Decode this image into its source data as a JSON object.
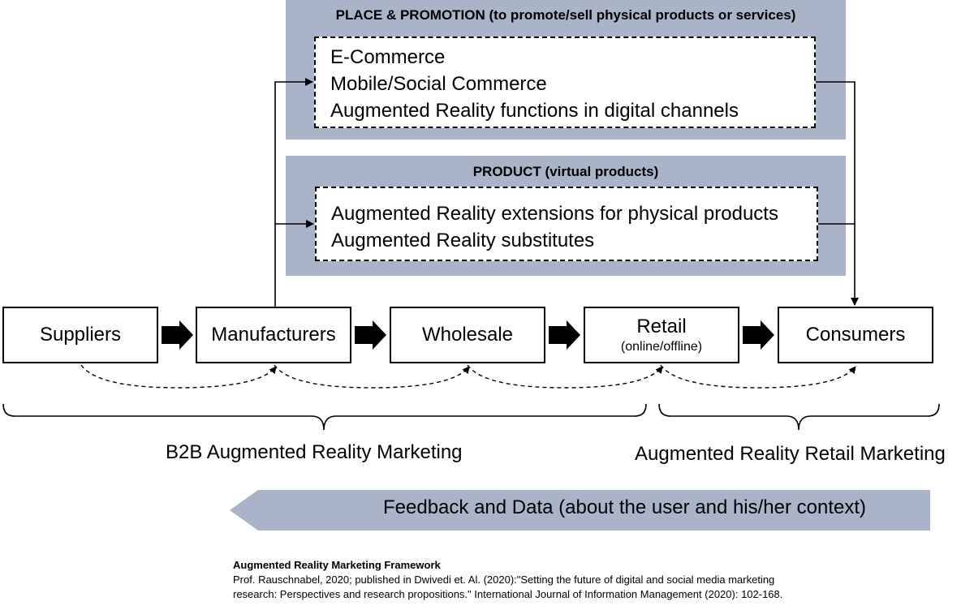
{
  "place_promotion": {
    "title": "PLACE & PROMOTION (to promote/sell physical products or services)",
    "items": [
      "E-Commerce",
      "Mobile/Social Commerce",
      "Augmented Reality functions in digital channels"
    ]
  },
  "product": {
    "title": "PRODUCT (virtual products)",
    "items": [
      "Augmented Reality extensions for physical products",
      "Augmented Reality substitutes"
    ]
  },
  "chain": [
    {
      "label": "Suppliers",
      "sub": ""
    },
    {
      "label": "Manufacturers",
      "sub": ""
    },
    {
      "label": "Wholesale",
      "sub": ""
    },
    {
      "label": "Retail",
      "sub": "(online/offline)"
    },
    {
      "label": "Consumers",
      "sub": ""
    }
  ],
  "brackets": {
    "b2b": "B2B Augmented Reality Marketing",
    "retail": "Augmented Reality Retail Marketing"
  },
  "feedback": "Feedback and Data (about the user and his/her context)",
  "citation": {
    "title": "Augmented Reality Marketing Framework",
    "line1": "Prof. Rauschnabel, 2020; published in Dwivedi et. Al. (2020):\"Setting the future of digital and social media marketing",
    "line2": "research: Perspectives and research propositions.\" International Journal of Information Management (2020): 102-168."
  },
  "colors": {
    "panel": "#a9b4c8",
    "arrow_block": "#000000"
  }
}
